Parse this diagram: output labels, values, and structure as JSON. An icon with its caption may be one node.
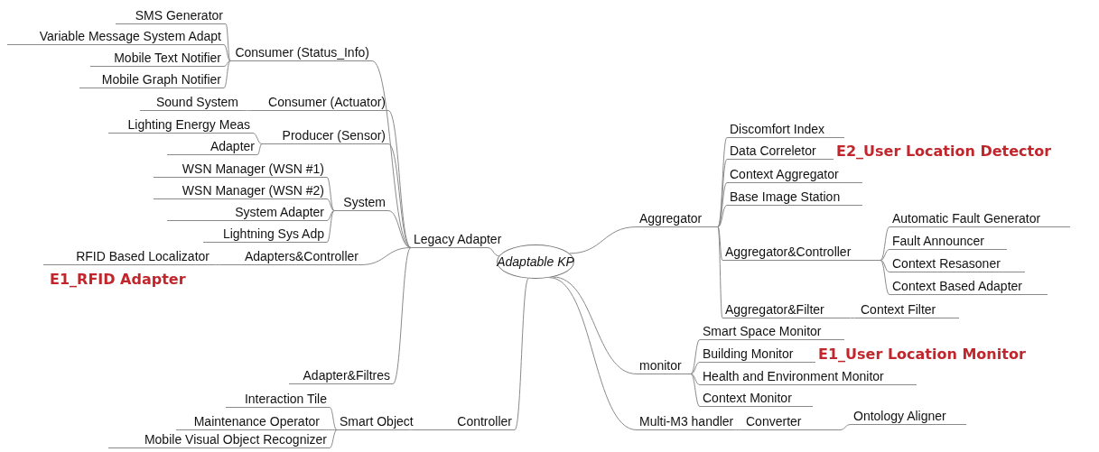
{
  "diagram": {
    "nodes": [
      {
        "text": [
          "Adaptable KP"
        ]
      },
      {
        "text": [
          "Legacy Adapter"
        ]
      },
      {
        "text": [
          "Consumer (Status_Info)"
        ]
      },
      {
        "text": [
          "SMS Generator"
        ]
      },
      {
        "text": [
          "Variable Message System Adapt"
        ]
      },
      {
        "text": [
          "Mobile Text Notifier"
        ]
      },
      {
        "text": [
          "Mobile Graph Notifier"
        ]
      },
      {
        "text": [
          "Consumer (Actuator)"
        ]
      },
      {
        "text": [
          "Sound System"
        ]
      },
      {
        "text": [
          "Producer (Sensor)"
        ]
      },
      {
        "text": [
          "Lighting Energy Meas"
        ]
      },
      {
        "text": [
          "Adapter"
        ]
      },
      {
        "text": [
          "System"
        ]
      },
      {
        "text": [
          "WSN Manager (WSN #1)"
        ]
      },
      {
        "text": [
          "WSN Manager (WSN #2)"
        ]
      },
      {
        "text": [
          "System Adapter"
        ]
      },
      {
        "text": [
          "Lightning Sys Adp"
        ]
      },
      {
        "text": [
          "Adapters&Controller"
        ]
      },
      {
        "text": [
          "RFID Based Localizator"
        ],
        "beside": [
          "E1_RFID Adapter"
        ]
      },
      {
        "text": [
          "Adapter&Filtres"
        ]
      },
      {
        "text": [
          "Controller"
        ]
      },
      {
        "text": [
          "Smart Object"
        ]
      },
      {
        "text": [
          "Interaction Tile"
        ]
      },
      {
        "text": [
          "Maintenance Operator"
        ]
      },
      {
        "text": [
          "Mobile Visual Object Recognizer"
        ]
      },
      {
        "text": [
          "Aggregator"
        ]
      },
      {
        "text": [
          "Discomfort Index"
        ]
      },
      {
        "text": [
          "Data Correletor"
        ],
        "beside": [
          "E2_User Location Detector"
        ]
      },
      {
        "text": [
          "Context Aggregator"
        ]
      },
      {
        "text": [
          "Base Image Station"
        ]
      },
      {
        "text": [
          "Aggregator&Controller"
        ]
      },
      {
        "text": [
          "Automatic Fault Generator"
        ]
      },
      {
        "text": [
          "Fault Announcer"
        ]
      },
      {
        "text": [
          "Context Resasoner"
        ]
      },
      {
        "text": [
          "Context Based Adapter"
        ]
      },
      {
        "text": [
          "Aggregator&Filter"
        ]
      },
      {
        "text": [
          "Context Filter"
        ]
      },
      {
        "text": [
          "monitor"
        ]
      },
      {
        "text": [
          "Smart Space Monitor"
        ]
      },
      {
        "text": [
          "Building Monitor"
        ],
        "beside": [
          "E1_User Location Monitor"
        ]
      },
      {
        "text": [
          "Health and Environment Monitor"
        ]
      },
      {
        "text": [
          "Context Monitor"
        ]
      },
      {
        "text": [
          "Multi-M3 handler"
        ]
      },
      {
        "text": [
          "Converter"
        ]
      },
      {
        "text": [
          "Ontology Aligner"
        ]
      }
    ],
    "edges": [
      {
        "from": 0,
        "to": 1,
        "arrow": "none"
      },
      {
        "from": 1,
        "to": 2,
        "arrow": "none"
      },
      {
        "from": 2,
        "to": 3,
        "arrow": "none"
      },
      {
        "from": 2,
        "to": 4,
        "arrow": "none"
      },
      {
        "from": 2,
        "to": 5,
        "arrow": "none"
      },
      {
        "from": 2,
        "to": 6,
        "arrow": "none"
      },
      {
        "from": 1,
        "to": 7,
        "arrow": "none"
      },
      {
        "from": 7,
        "to": 8,
        "arrow": "none"
      },
      {
        "from": 1,
        "to": 9,
        "arrow": "none"
      },
      {
        "from": 9,
        "to": 10,
        "arrow": "none"
      },
      {
        "from": 9,
        "to": 11,
        "arrow": "none"
      },
      {
        "from": 1,
        "to": 12,
        "arrow": "none"
      },
      {
        "from": 12,
        "to": 13,
        "arrow": "none"
      },
      {
        "from": 12,
        "to": 14,
        "arrow": "none"
      },
      {
        "from": 12,
        "to": 15,
        "arrow": "none"
      },
      {
        "from": 12,
        "to": 16,
        "arrow": "none"
      },
      {
        "from": 1,
        "to": 17,
        "arrow": "none"
      },
      {
        "from": 17,
        "to": 18,
        "arrow": "none"
      },
      {
        "from": 1,
        "to": 19,
        "arrow": "none"
      },
      {
        "from": 0,
        "to": 20,
        "arrow": "none"
      },
      {
        "from": 20,
        "to": 21,
        "arrow": "none"
      },
      {
        "from": 21,
        "to": 22,
        "arrow": "none"
      },
      {
        "from": 21,
        "to": 23,
        "arrow": "none"
      },
      {
        "from": 21,
        "to": 24,
        "arrow": "none"
      },
      {
        "from": 0,
        "to": 25,
        "arrow": "none"
      },
      {
        "from": 25,
        "to": 26,
        "arrow": "none"
      },
      {
        "from": 25,
        "to": 27,
        "arrow": "none"
      },
      {
        "from": 25,
        "to": 28,
        "arrow": "none"
      },
      {
        "from": 25,
        "to": 29,
        "arrow": "none"
      },
      {
        "from": 25,
        "to": 30,
        "arrow": "none"
      },
      {
        "from": 30,
        "to": 31,
        "arrow": "none"
      },
      {
        "from": 30,
        "to": 32,
        "arrow": "none"
      },
      {
        "from": 30,
        "to": 33,
        "arrow": "none"
      },
      {
        "from": 30,
        "to": 34,
        "arrow": "none"
      },
      {
        "from": 25,
        "to": 35,
        "arrow": "none"
      },
      {
        "from": 35,
        "to": 36,
        "arrow": "none"
      },
      {
        "from": 0,
        "to": 37,
        "arrow": "none"
      },
      {
        "from": 37,
        "to": 38,
        "arrow": "none"
      },
      {
        "from": 37,
        "to": 39,
        "arrow": "none"
      },
      {
        "from": 37,
        "to": 40,
        "arrow": "none"
      },
      {
        "from": 37,
        "to": 41,
        "arrow": "none"
      },
      {
        "from": 0,
        "to": 42,
        "arrow": "none"
      },
      {
        "from": 42,
        "to": 43,
        "arrow": "none"
      },
      {
        "from": 43,
        "to": 44,
        "arrow": "none"
      }
    ]
  }
}
